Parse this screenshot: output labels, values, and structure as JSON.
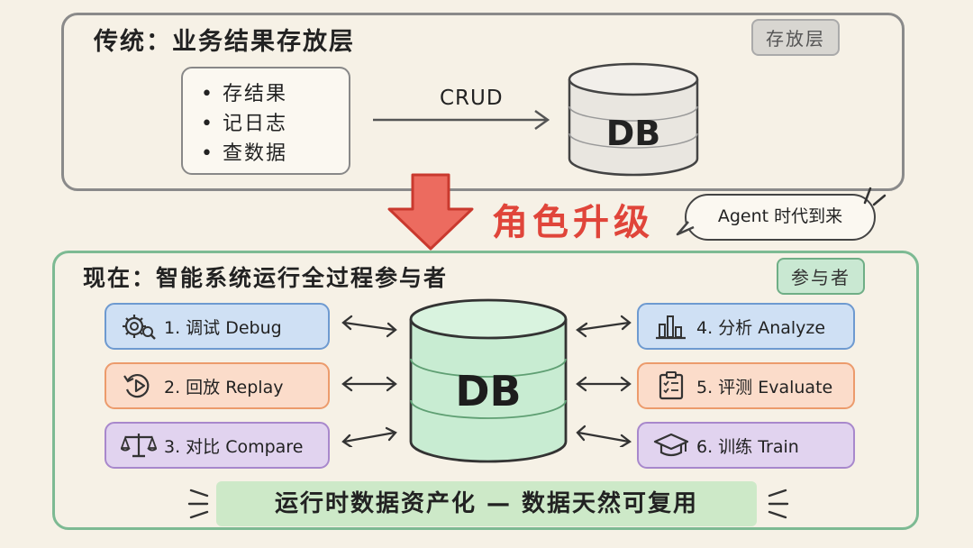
{
  "top": {
    "title": "传统：业务结果存放层",
    "tag": "存放层",
    "legacy_items": [
      "存结果",
      "记日志",
      "查数据"
    ],
    "arrow_label": "CRUD",
    "db_label": "DB"
  },
  "middle": {
    "upgrade_label": "角色升级",
    "bubble_text": "Agent 时代到来"
  },
  "bottom": {
    "title": "现在：智能系统运行全过程参与者",
    "tag": "参与者",
    "db_label": "DB",
    "roles_left": [
      {
        "label": "1. 调试 Debug",
        "icon": "gear-magnifier-icon",
        "color": "#6e9ad0"
      },
      {
        "label": "2. 回放 Replay",
        "icon": "replay-icon",
        "color": "#ec9b6c"
      },
      {
        "label": "3. 对比 Compare",
        "icon": "balance-scale-icon",
        "color": "#a888cc"
      }
    ],
    "roles_right": [
      {
        "label": "4. 分析 Analyze",
        "icon": "bar-chart-icon",
        "color": "#6e9ad0"
      },
      {
        "label": "5. 评测 Evaluate",
        "icon": "clipboard-check-icon",
        "color": "#ec9b6c"
      },
      {
        "label": "6. 训练 Train",
        "icon": "graduation-cap-icon",
        "color": "#a888cc"
      }
    ],
    "summary": "运行时数据资产化 — 数据天然可复用"
  },
  "colors": {
    "background": "#f6f1e6",
    "accent_red": "#e0453a",
    "green_border": "#7dba93",
    "db_top_gray": "#e9e6e0",
    "db_green": "#c8ecd2"
  }
}
